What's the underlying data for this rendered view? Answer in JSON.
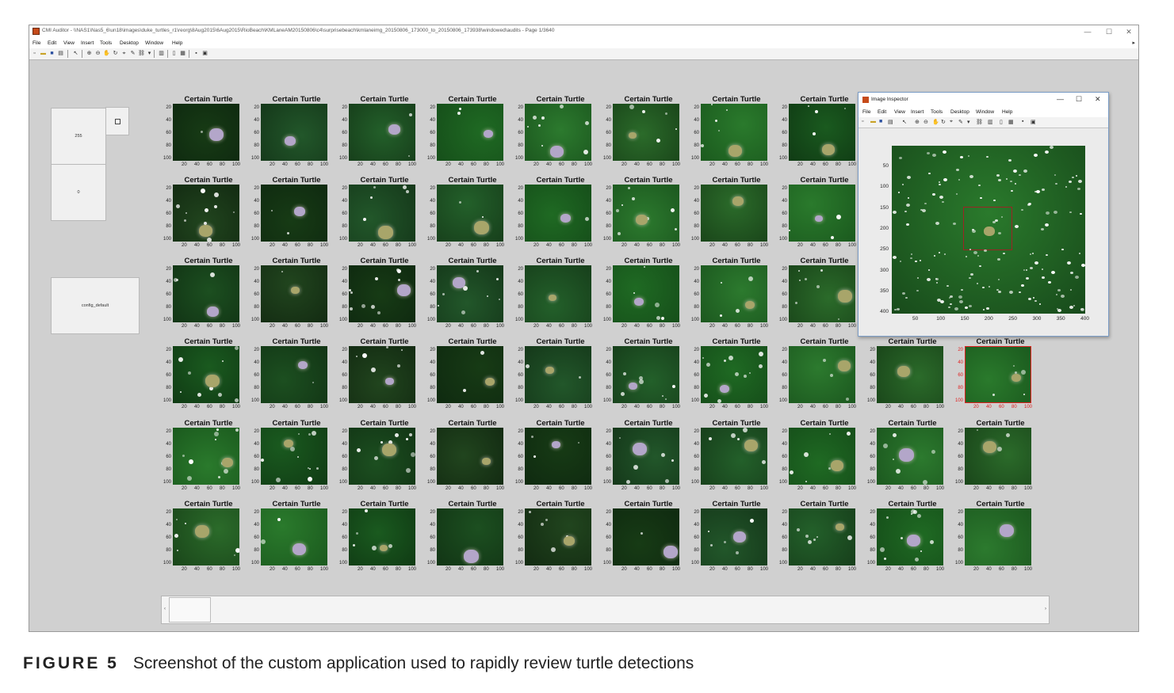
{
  "window": {
    "title": "CMI Auditor - \\\\NAS1\\Nas5_6\\un18\\images\\duke_turtles_r1\\reorg\\8Aug2015\\6Aug2015\\RioBeach\\KMLaneAM20150806\\c4\\surprisebeach\\kmlaneimg_20150806_173000_to_20150806_173938\\windowed\\audits - Page 1/3640",
    "minimize": "—",
    "maximize": "☐",
    "close": "✕"
  },
  "menu": [
    "File",
    "Edit",
    "View",
    "Insert",
    "Tools",
    "Desktop",
    "Window",
    "Help"
  ],
  "controls": {
    "max_value": "255",
    "min_value": "0",
    "config_name": "config_default"
  },
  "tile_label": "Certain Turtle",
  "y_ticks": [
    "20",
    "40",
    "60",
    "80",
    "100"
  ],
  "x_ticks": [
    "20",
    "40",
    "60",
    "80",
    "100"
  ],
  "inspector": {
    "title": "Image Inspector",
    "menu": [
      "File",
      "Edit",
      "View",
      "Insert",
      "Tools",
      "Desktop",
      "Window",
      "Help"
    ],
    "y_ticks": [
      "50",
      "100",
      "150",
      "200",
      "250",
      "300",
      "350",
      "400"
    ],
    "x_ticks": [
      "50",
      "100",
      "150",
      "200",
      "250",
      "300",
      "350",
      "400"
    ]
  },
  "caption": {
    "label": "FIGURE 5",
    "text": "Screenshot of the custom application used to rapidly review turtle detections"
  },
  "colors": {
    "app_bg": "#d0d0d0",
    "selected_tile": "#e02020",
    "water_dark": "#123a16",
    "water_mid": "#1f6a23",
    "water_bright": "#2d8a30"
  },
  "icons": [
    "new-file-icon",
    "open-icon",
    "save-icon",
    "print-icon",
    "pointer-icon",
    "zoom-in-icon",
    "zoom-out-icon",
    "pan-icon",
    "rotate-icon",
    "data-cursor-icon",
    "brush-icon",
    "link-icon",
    "colorbar-icon",
    "legend-icon",
    "hide-plot-icon",
    "show-plot-icon"
  ]
}
